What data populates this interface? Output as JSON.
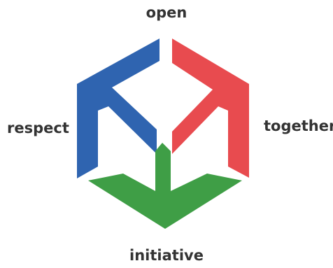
{
  "labels": {
    "top": "open",
    "left": "respect",
    "right": "together",
    "bottom": "initiative"
  },
  "colors": {
    "blue": "#2f64b0",
    "red": "#e84b4f",
    "green": "#3f9e46",
    "text": "#333333"
  },
  "shapes": [
    {
      "name": "blue-left-arrow-shape",
      "color_key": "blue"
    },
    {
      "name": "red-right-arrow-shape",
      "color_key": "red"
    },
    {
      "name": "green-down-arrow-shape",
      "color_key": "green"
    }
  ]
}
